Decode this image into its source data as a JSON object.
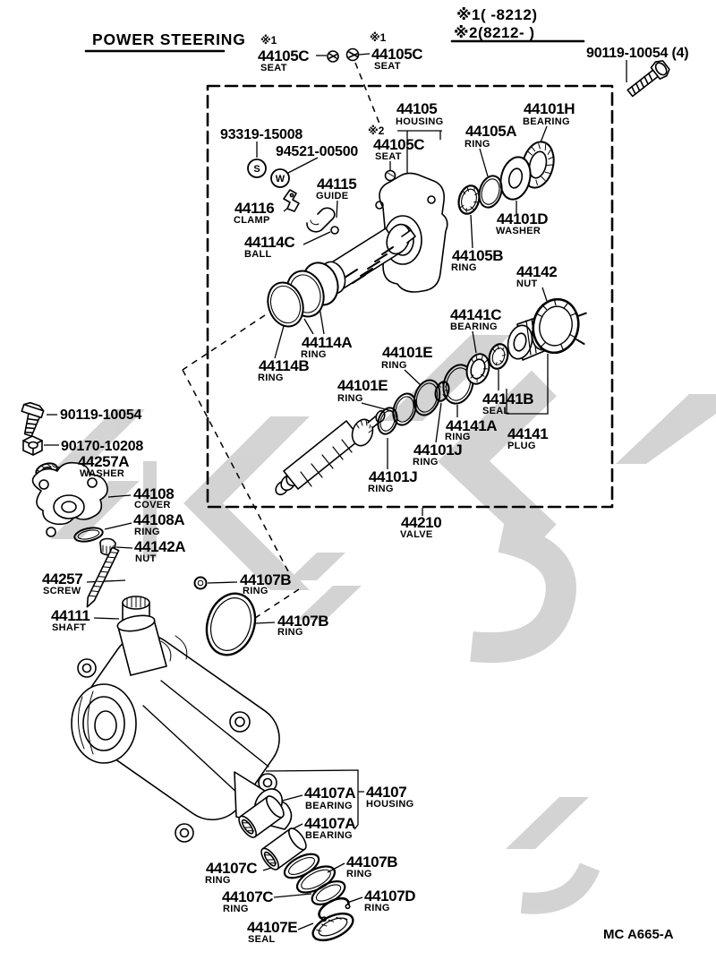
{
  "title": "POWER STEERING",
  "notes": {
    "line1": "※1(   -8212)",
    "line2": "※2(8212-   )"
  },
  "corner_bolt": "90119-10054 (4)",
  "doc_code": "MC A665-A",
  "icons": {
    "s_marker": "S",
    "w_marker": "W"
  },
  "colors": {
    "ink": "#000000",
    "paper": "#ffffff",
    "watermark": "#c8c8c8"
  },
  "labels": [
    {
      "marker": "※1",
      "num": "44105C",
      "sub": "SEAT"
    },
    {
      "marker": "※1",
      "num": "44105C",
      "sub": "SEAT"
    },
    {
      "marker": "※2",
      "num": "44105C",
      "sub": "SEAT"
    },
    {
      "num": "44105",
      "sub": "HOUSING"
    },
    {
      "num": "44101H",
      "sub": "BEARING"
    },
    {
      "num": "44105A",
      "sub": "RING"
    },
    {
      "num": "93319-15008"
    },
    {
      "num": "94521-00500"
    },
    {
      "num": "44115",
      "sub": "GUIDE"
    },
    {
      "num": "44116",
      "sub": "CLAMP"
    },
    {
      "num": "44114C",
      "sub": "BALL"
    },
    {
      "num": "44101D",
      "sub": "WASHER"
    },
    {
      "num": "44105B",
      "sub": "RING"
    },
    {
      "num": "44142",
      "sub": "NUT"
    },
    {
      "num": "44141C",
      "sub": "BEARING"
    },
    {
      "num": "44114A",
      "sub": "RING"
    },
    {
      "num": "44114B",
      "sub": "RING"
    },
    {
      "num": "44101E",
      "sub": "RING"
    },
    {
      "num": "44101E",
      "sub": "RING"
    },
    {
      "num": "44141B",
      "sub": "SEAL"
    },
    {
      "num": "44141A",
      "sub": "RING"
    },
    {
      "num": "44141",
      "sub": "PLUG"
    },
    {
      "num": "44101J",
      "sub": "RING"
    },
    {
      "num": "44101J",
      "sub": "RING"
    },
    {
      "num": "44210",
      "sub": "VALVE"
    },
    {
      "num": "90119-10054"
    },
    {
      "num": "90170-10208"
    },
    {
      "num": "44257A",
      "sub": "WASHER"
    },
    {
      "num": "44108",
      "sub": "COVER"
    },
    {
      "num": "44108A",
      "sub": "RING"
    },
    {
      "num": "44142A",
      "sub": "NUT"
    },
    {
      "num": "44257",
      "sub": "SCREW"
    },
    {
      "num": "44111",
      "sub": "SHAFT"
    },
    {
      "num": "44107B",
      "sub": "RING"
    },
    {
      "num": "44107B",
      "sub": "RING"
    },
    {
      "num": "44107A",
      "sub": "BEARING"
    },
    {
      "num": "44107",
      "sub": "HOUSING"
    },
    {
      "num": "44107A",
      "sub": "BEARING"
    },
    {
      "num": "44107C",
      "sub": "RING"
    },
    {
      "num": "44107B",
      "sub": "RING"
    },
    {
      "num": "44107C",
      "sub": "RING"
    },
    {
      "num": "44107D",
      "sub": "RING"
    },
    {
      "num": "44107E",
      "sub": "SEAL"
    }
  ]
}
